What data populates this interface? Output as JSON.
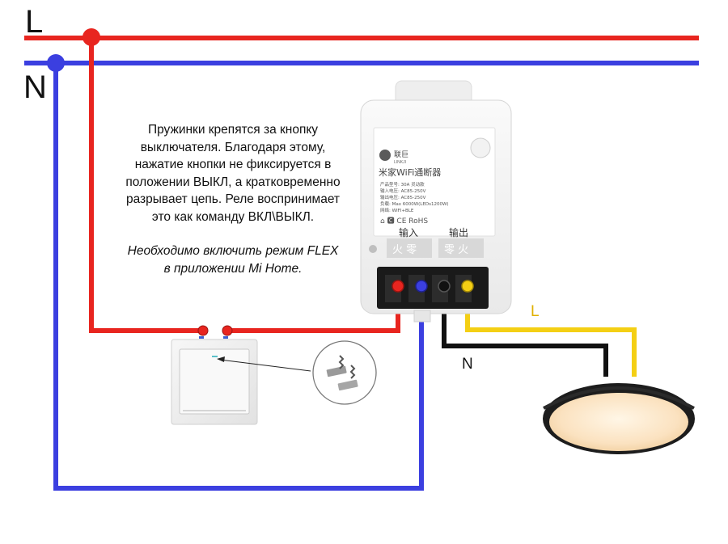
{
  "bus": {
    "line_label": "L",
    "neutral_label": "N"
  },
  "note": {
    "line1": "Пружинки крепятся за кнопку",
    "line2": "выключателя. Благодаря этому,",
    "line3": "нажатие кнопки не фиксируется в",
    "line4": "положении ВЫКЛ, а кратковременно",
    "line5": "разрывает цепь. Реле воспринимает",
    "line6": "это как команду ВКЛ\\ВЫКЛ.",
    "line7": "Необходимо включить режим FLEX",
    "line8": "в приложении Mi Home."
  },
  "relay": {
    "brand": "LINKJI",
    "brand_cn": "联巨",
    "title": "米家WiFi通断器",
    "spec1": "产品型号: 30A  灵动款",
    "spec2": "输入电压: AC85-250V",
    "spec3": "输出电压: AC85-250V",
    "spec4": "负载: Max 6000W(LEDs1200W)",
    "spec5": "网络: WIFI+BLE",
    "cert": "⌂ 🅲 CE RoHS",
    "input_label": "输入",
    "output_label": "输出",
    "input_terminals": "火  零",
    "output_terminals": "零  火"
  },
  "load_wires": {
    "line_label": "L",
    "neutral_label": "N"
  },
  "colors": {
    "line_wire": "#e8251f",
    "neutral_wire": "#3b3fe0",
    "load_line": "#f4cf14",
    "load_neutral": "#111111"
  }
}
